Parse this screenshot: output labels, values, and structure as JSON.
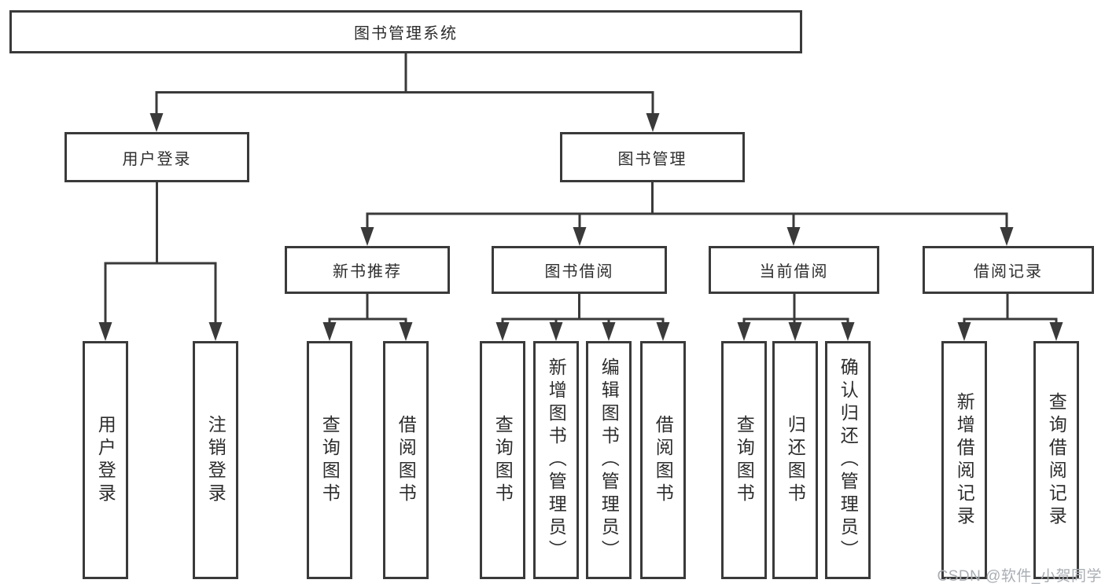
{
  "colors": {
    "line": "#3a3a3a",
    "box_border": "#3a3a3a",
    "text": "#2d2d2d",
    "background": "#ffffff",
    "watermark": "#a9aeb4"
  },
  "watermark": "CSDN @软件_小贺同学",
  "diagram": {
    "type": "tree",
    "root": {
      "label": "图书管理系统"
    },
    "level2": [
      {
        "label": "用户登录",
        "parent": "图书管理系统"
      },
      {
        "label": "图书管理",
        "parent": "图书管理系统"
      }
    ],
    "level3": [
      {
        "label": "新书推荐",
        "parent": "图书管理"
      },
      {
        "label": "图书借阅",
        "parent": "图书管理"
      },
      {
        "label": "当前借阅",
        "parent": "图书管理"
      },
      {
        "label": "借阅记录",
        "parent": "图书管理"
      }
    ],
    "leaves": [
      {
        "label": "用户登录",
        "parent": "用户登录"
      },
      {
        "label": "注销登录",
        "parent": "用户登录"
      },
      {
        "label": "查询图书",
        "parent": "新书推荐"
      },
      {
        "label": "借阅图书",
        "parent": "新书推荐"
      },
      {
        "label": "查询图书",
        "parent": "图书借阅"
      },
      {
        "label": "新增图书（管理员）",
        "parent": "图书借阅"
      },
      {
        "label": "编辑图书（管理员）",
        "parent": "图书借阅"
      },
      {
        "label": "借阅图书",
        "parent": "图书借阅"
      },
      {
        "label": "查询图书",
        "parent": "当前借阅"
      },
      {
        "label": "归还图书",
        "parent": "当前借阅"
      },
      {
        "label": "确认归还（管理员）",
        "parent": "当前借阅"
      },
      {
        "label": "新增借阅记录",
        "parent": "借阅记录"
      },
      {
        "label": "查询借阅记录",
        "parent": "借阅记录"
      }
    ]
  }
}
